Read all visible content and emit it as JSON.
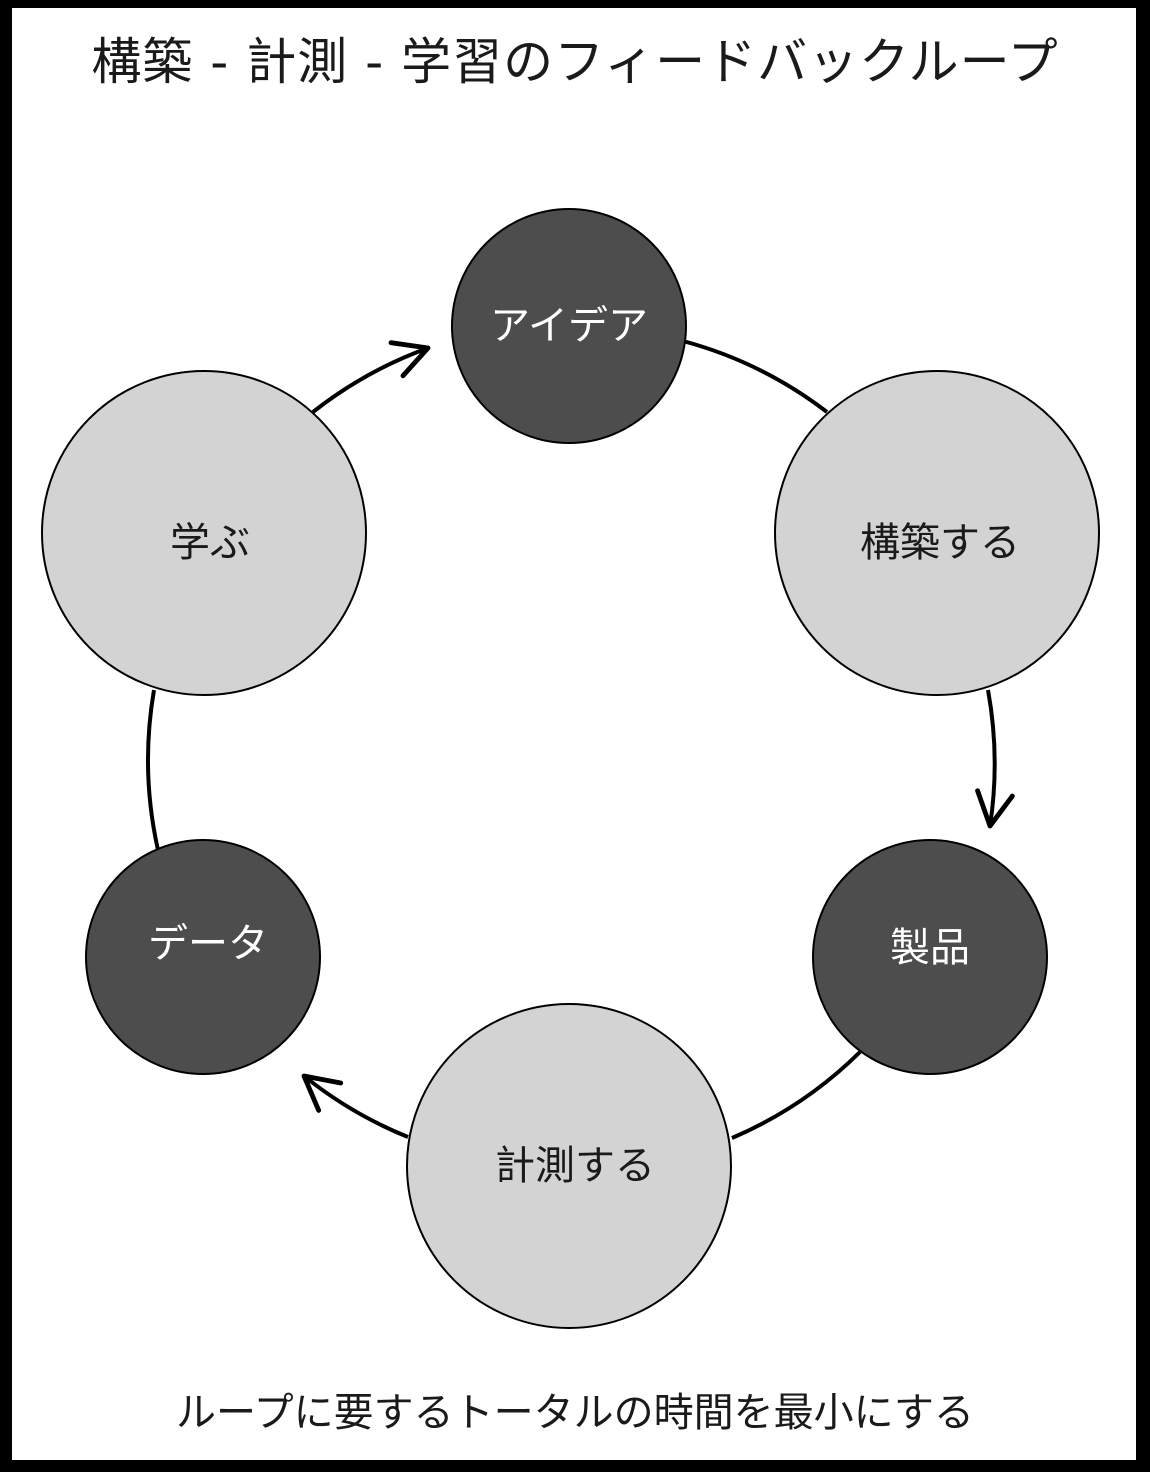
{
  "title": "構築 - 計測 - 学習のフィードバックループ",
  "footer": "ループに要するトータルの時間を最小にする",
  "colors": {
    "dark_node": "#4d4d4d",
    "light_node": "#d3d3d3",
    "stroke": "#000000",
    "dark_text": "#ffffff",
    "light_text": "#1a1a1a"
  },
  "nodes": {
    "idea": "アイデア",
    "build": "構築する",
    "product": "製品",
    "measure": "計測する",
    "data": "データ",
    "learn": "学ぶ"
  }
}
